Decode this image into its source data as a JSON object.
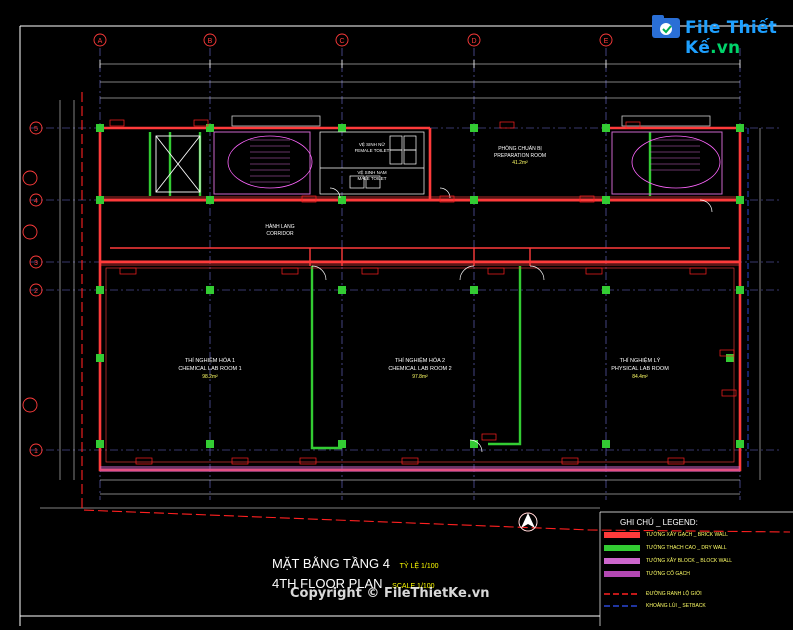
{
  "watermark": {
    "brand": "File Thiết Kế",
    "domain": ".vn",
    "copyright": "Copyright © FileThietKe.vn"
  },
  "title": {
    "vn": "MẶT BẰNG TẦNG 4",
    "vn_scale": "TỶ LỆ 1/100",
    "en": "4TH FLOOR PLAN",
    "en_scale": "SCALE 1/100"
  },
  "grid_columns": [
    "A",
    "B",
    "C",
    "D",
    "E"
  ],
  "grid_rows": [
    "5",
    "4",
    "3",
    "2",
    "1"
  ],
  "rooms": [
    {
      "name": "THÍ NGHIỆM HÓA 1",
      "sub": "CHEMICAL LAB ROOM 1",
      "area": "98.2m²"
    },
    {
      "name": "THÍ NGHIỆM HÓA 2",
      "sub": "CHEMICAL LAB ROOM 2",
      "area": "97.8m²"
    },
    {
      "name": "THÍ NGHIỆM LÝ",
      "sub": "PHYSICAL LAB ROOM",
      "area": "84.4m²"
    },
    {
      "name": "HÀNH LANG",
      "sub": "CORRIDOR",
      "area": ""
    },
    {
      "name": "PHÒNG CHUẨN BỊ",
      "sub": "PREPARATION ROOM",
      "area": "41.2m²"
    },
    {
      "name": "VỆ SINH NAM",
      "sub": "MALE TOILET",
      "area": ""
    },
    {
      "name": "VỆ SINH NỮ",
      "sub": "FEMALE TOILET",
      "area": ""
    }
  ],
  "legend": {
    "title": "GHI CHÚ _ LEGEND:",
    "items": [
      {
        "label": "TƯỜNG XÂY GẠCH _ BRICK WALL",
        "color": "#ff3b3b"
      },
      {
        "label": "TƯỜNG THẠCH CAO _ DRY WALL",
        "color": "#33cc33"
      },
      {
        "label": "TƯỜNG XÂY BLOCK _ BLOCK WALL",
        "color": "#cc66cc"
      },
      {
        "label": "TƯỜNG CỐ GẠCH",
        "color": "#ff66ff"
      },
      {
        "label": "ĐƯỜNG RANH LỘ GIỚI",
        "color": "#ff2020"
      },
      {
        "label": "KHOẢNG LÙI _ SETBACK",
        "color": "#3355ff"
      }
    ]
  },
  "colors": {
    "wall": "#ff3b3b",
    "drywall": "#33cc33",
    "grid": "#6f6fd6",
    "dim": "#ffffff",
    "tag": "#ff2020",
    "background": "#000000"
  }
}
